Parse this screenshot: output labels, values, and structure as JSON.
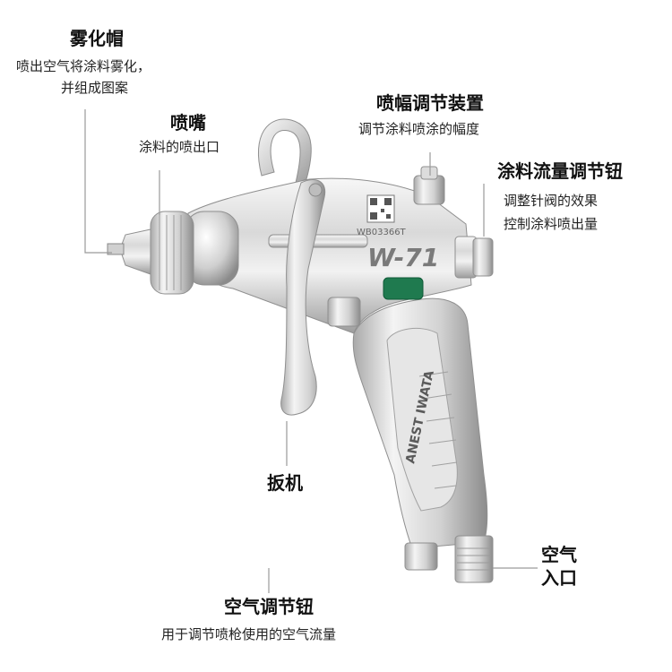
{
  "callouts": {
    "atomizer_cap": {
      "title": "雾化帽",
      "desc_line1": "喷出空气将涂料雾化，",
      "desc_line2": "并组成图案"
    },
    "nozzle": {
      "title": "喷嘴",
      "desc": "涂料的喷出口"
    },
    "spray_width": {
      "title": "喷幅调节装置",
      "desc": "调节涂料喷涂的幅度"
    },
    "fluid_flow": {
      "title": "涂料流量调节钮",
      "desc_line1": "调整针阀的效果",
      "desc_line2": "控制涂料喷出量"
    },
    "trigger": {
      "title": "扳机"
    },
    "air_inlet": {
      "title_line1": "空气",
      "title_line2": "入口"
    },
    "air_adjust": {
      "title": "空气调节钮",
      "desc": "用于调节喷枪使用的空气流量"
    }
  },
  "gun_markings": {
    "model": "W-71",
    "serial": "WB03366T",
    "brand": "ANEST IWATA"
  },
  "colors": {
    "metal_light": "#eeeeee",
    "metal_mid": "#c8c8c8",
    "metal_dark": "#8f8f8f",
    "badge_green": "#1f7a4f",
    "leader": "#9a9a9a"
  }
}
